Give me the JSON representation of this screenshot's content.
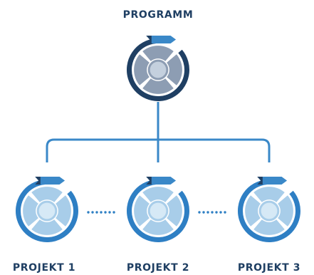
{
  "program": {
    "label": "PROGRAMM"
  },
  "projects": [
    {
      "label": "PROJEKT 1"
    },
    {
      "label": "PROJEKT 2"
    },
    {
      "label": "PROJEKT 3"
    }
  ],
  "colors": {
    "label_text": "#1f3f63",
    "connector": "#3a88c8",
    "program_outer": "#1f3f63",
    "program_inner": "#8d9db3",
    "program_core": "#c4d0de",
    "project_outer": "#2e7fc4",
    "project_inner": "#a8cde9",
    "project_core": "#d6e9f6",
    "flag_dark": "#1f3f63",
    "flag_light": "#3a88c8",
    "dots": "#2e7fc4"
  }
}
